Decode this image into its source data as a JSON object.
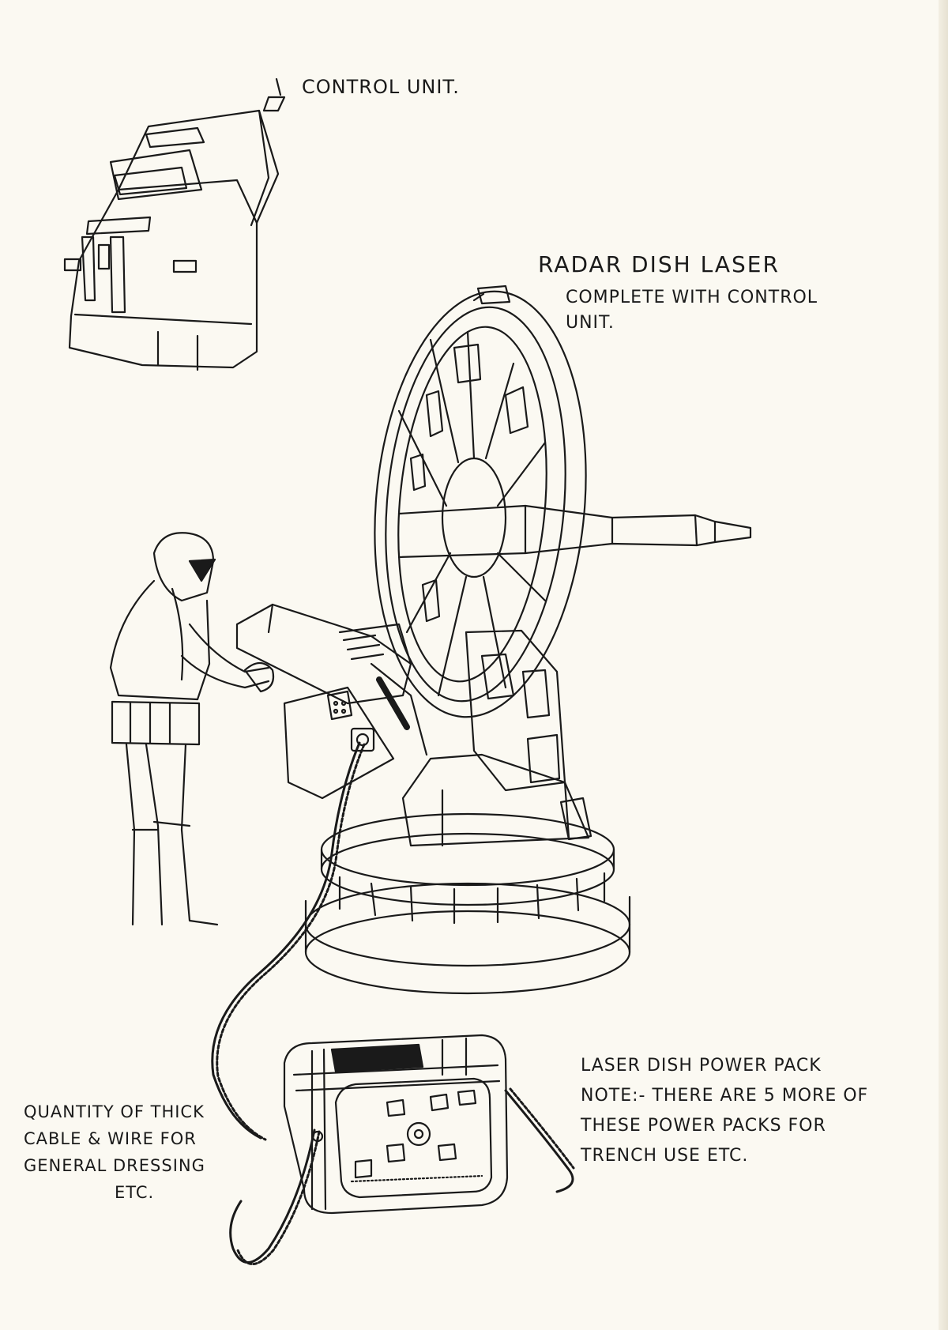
{
  "labels": {
    "control_unit": "CONTROL UNIT.",
    "radar_title": "RADAR DISH LASER",
    "radar_sub_line1": "COMPLETE WITH CONTROL",
    "radar_sub_line2": "UNIT.",
    "cable_line1": "QUANTITY OF THICK",
    "cable_line2": "CABLE & WIRE FOR",
    "cable_line3": "GENERAL DRESSING",
    "cable_line4": "ETC.",
    "power_line1": "LASER DISH POWER PACK",
    "power_line2": "NOTE:- THERE ARE 5 MORE OF",
    "power_line3": "THESE POWER PACKS FOR",
    "power_line4": "TRENCH USE ETC."
  },
  "colors": {
    "paper": "#fbf9f2",
    "ink": "#1a1a1a"
  }
}
